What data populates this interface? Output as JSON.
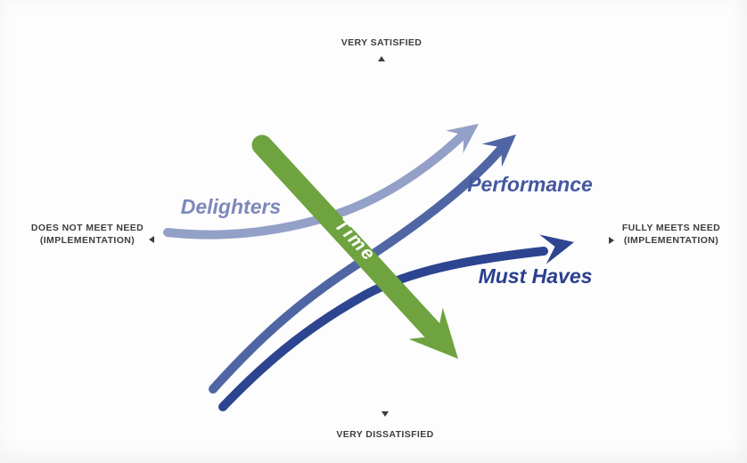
{
  "colors": {
    "background": "#fdfdfd",
    "axis_text": "#3d3d3d",
    "delighters": "#93a0c7",
    "delighters_label": "#7c88ba",
    "performance": "#5066a4",
    "performance_label": "#44589f",
    "must_haves": "#2d4590",
    "must_haves_label": "#2a3f8f",
    "time_green": "#6ea33f",
    "time_label_text": "#ffffff"
  },
  "axis": {
    "top_label": "VERY SATISFIED",
    "bottom_label": "VERY DISSATISFIED",
    "left_label_line1": "DOES NOT MEET NEED",
    "left_label_line2": "(IMPLEMENTATION)",
    "right_label_line1": "FULLY MEETS NEED",
    "right_label_line2": "(IMPLEMENTATION)",
    "pointers": {
      "top": "up-triangle",
      "bottom": "down-triangle",
      "left": "left-triangle",
      "right": "right-triangle"
    }
  },
  "curves": [
    {
      "label": "Delighters",
      "shape": "exponential curve: flat from mid-left, sweeping up to arrow at top-right"
    },
    {
      "label": "Performance",
      "shape": "near-linear diagonal from bottom-left to arrow at top-right"
    },
    {
      "label": "Must Haves",
      "shape": "logarithmic curve from bottom-left flattening to arrow at mid-right"
    }
  ],
  "time_arrow": {
    "label": "Time",
    "direction": "diagonal from upper-left down to lower-right"
  }
}
